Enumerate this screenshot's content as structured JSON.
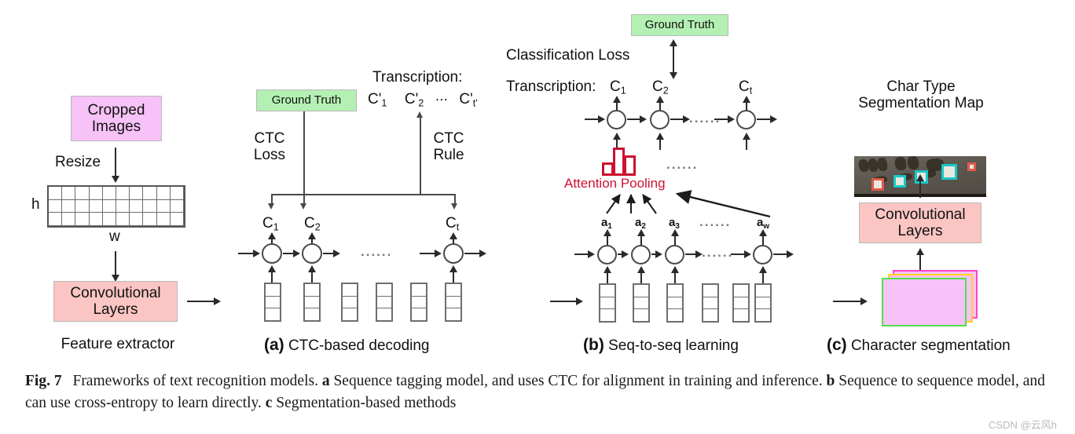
{
  "figure": {
    "number": "Fig. 7",
    "caption_part1": "Frameworks of text recognition models. ",
    "caption_a_tag": "a",
    "caption_a_text": " Sequence tagging model, and uses CTC for alignment in training and inference. ",
    "caption_b_tag": "b",
    "caption_b_text": " Sequence to sequence model, and can use cross-entropy to learn directly. ",
    "caption_c_tag": "c",
    "caption_c_text": " Segmentation-based methods",
    "watermark": "CSDN @云风h"
  },
  "feature_extractor": {
    "input_box": "Cropped\nImages",
    "input_box_line1": "Cropped",
    "input_box_line2": "Images",
    "resize_label": "Resize",
    "height_label": "h",
    "width_label": "w",
    "grid_cols": 10,
    "grid_rows": 3,
    "conv_line1": "Convolutional",
    "conv_line2": "Layers",
    "section_label": "Feature extractor"
  },
  "panel_a": {
    "ground_truth": "Ground Truth",
    "ctc_loss_line1": "CTC",
    "ctc_loss_line2": "Loss",
    "ctc_rule_line1": "CTC",
    "ctc_rule_line2": "Rule",
    "transcription_label": "Transcription:",
    "transcription_tokens": [
      "C'",
      "C'",
      "C'"
    ],
    "transcription_subs": [
      "1",
      "2",
      "t'"
    ],
    "transcription_ellipsis": "⋯",
    "outputs": [
      {
        "base": "C",
        "sub": "1"
      },
      {
        "base": "C",
        "sub": "2"
      },
      {
        "base": "C",
        "sub": "t"
      }
    ],
    "node_count": 3,
    "feature_columns": 6,
    "ellipsis": "......",
    "tag": "(a)",
    "title": "CTC-based decoding"
  },
  "panel_b": {
    "ground_truth": "Ground Truth",
    "classification_loss": "Classification Loss",
    "transcription_label": "Transcription:",
    "outputs": [
      {
        "base": "C",
        "sub": "1"
      },
      {
        "base": "C",
        "sub": "2"
      },
      {
        "base": "C",
        "sub": "t"
      }
    ],
    "attention_pooling": "Attention Pooling",
    "attention_bars": [
      0.48,
      1.0,
      0.72
    ],
    "attention_bar_color": "#cc1130",
    "encoder_outputs": [
      {
        "base": "a",
        "sub": "1"
      },
      {
        "base": "a",
        "sub": "2"
      },
      {
        "base": "a",
        "sub": "3"
      },
      {
        "base": "a",
        "sub": "w"
      }
    ],
    "ellipsis": "......",
    "feature_columns": 6,
    "tag": "(b)",
    "title": "Seq-to-seq learning"
  },
  "panel_c": {
    "map_title_line1": "Char Type",
    "map_title_line2": "Segmentation Map",
    "conv_line1": "Convolutional",
    "conv_line2": "Layers",
    "segmap_char_count": 5,
    "stack_colors": [
      "#ff44cc",
      "#ffd21e",
      "#50e050"
    ],
    "stack_fill": "#f7c2f7",
    "tag": "(c)",
    "title": "Character segmentation"
  },
  "colors": {
    "pink": "#f7c2f7",
    "salmon": "#fac5c2",
    "green": "#b4f0b4",
    "red": "#cc1130",
    "cyan": "#18c8c8",
    "line": "#2a2a2a"
  }
}
